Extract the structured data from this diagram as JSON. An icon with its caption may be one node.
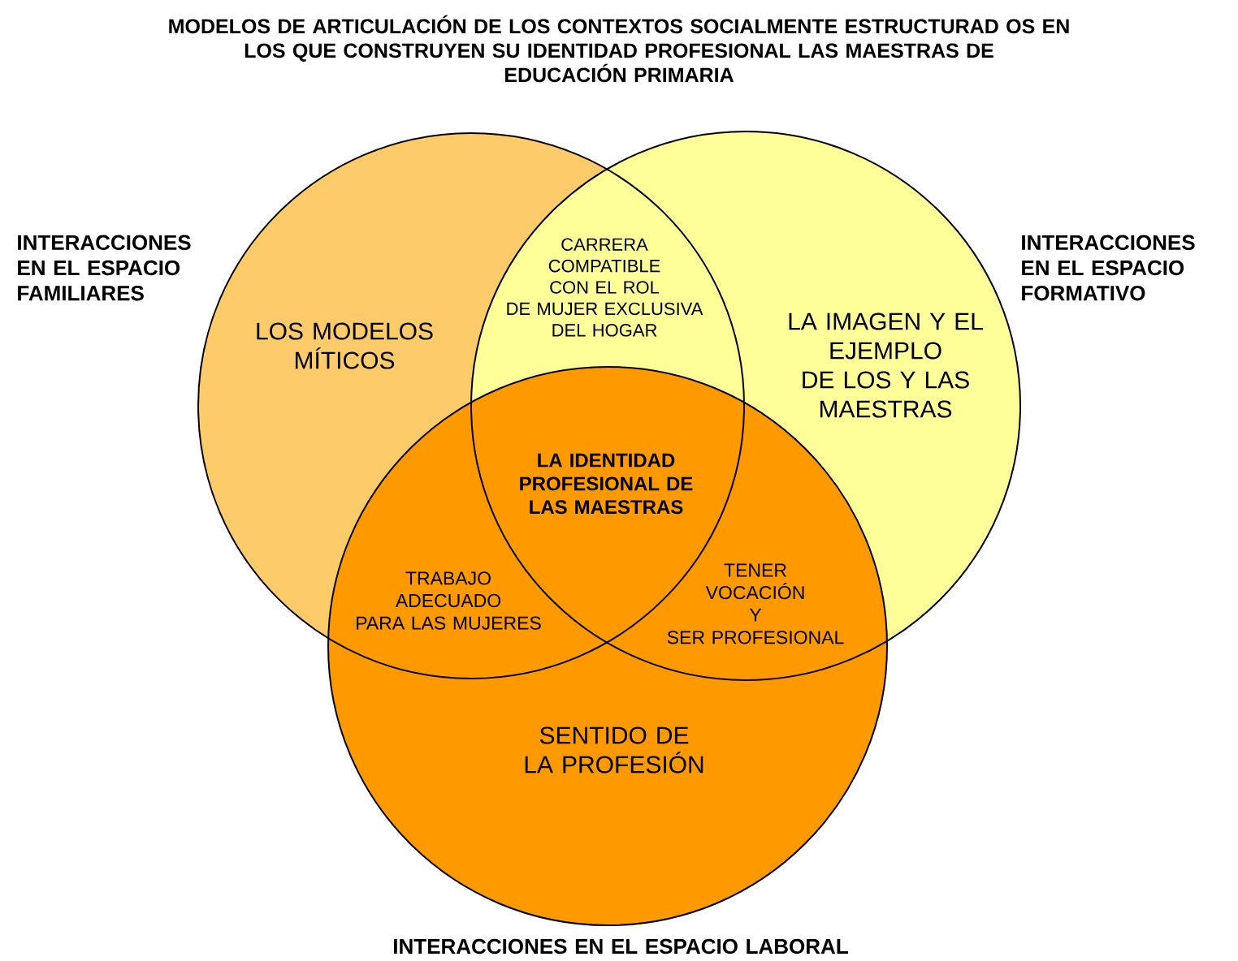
{
  "diagram": {
    "title": "MODELOS DE ARTICULACIÓN DE LOS CONTEXTOS SOCIALMENTE ESTRUCTURAD OS EN LOS QUE CONSTRUYEN SU IDENTIDAD PROFESIONAL LAS MAESTRAS DE EDUCACIÓN PRIMARIA",
    "nodes": [
      {
        "text": [
          "INTERACCIONES EN EL ESPACIO FAMILIARES",
          "LOS MODELOS MÍTICOS"
        ]
      },
      {
        "text": [
          "INTERACCIONES EN EL ESPACIO FORMATIVO",
          "LA IMAGEN Y EL EJEMPLO DE LOS Y LAS MAESTRAS"
        ]
      },
      {
        "text": [
          "SENTIDO DE LA PROFESIÓN",
          "INTERACCIONES EN EL ESPACIO LABORAL"
        ]
      }
    ],
    "labels": [
      "CARRERA COMPATIBLE CON EL ROL DE MUJER EXCLUSIVA DEL HOGAR",
      "LA IDENTIDAD PROFESIONAL DE LAS MAESTRAS",
      "TRABAJO ADECUADO PARA LAS MUJERES",
      "TENER VOCACIÓN Y SER PROFESIONAL"
    ]
  }
}
